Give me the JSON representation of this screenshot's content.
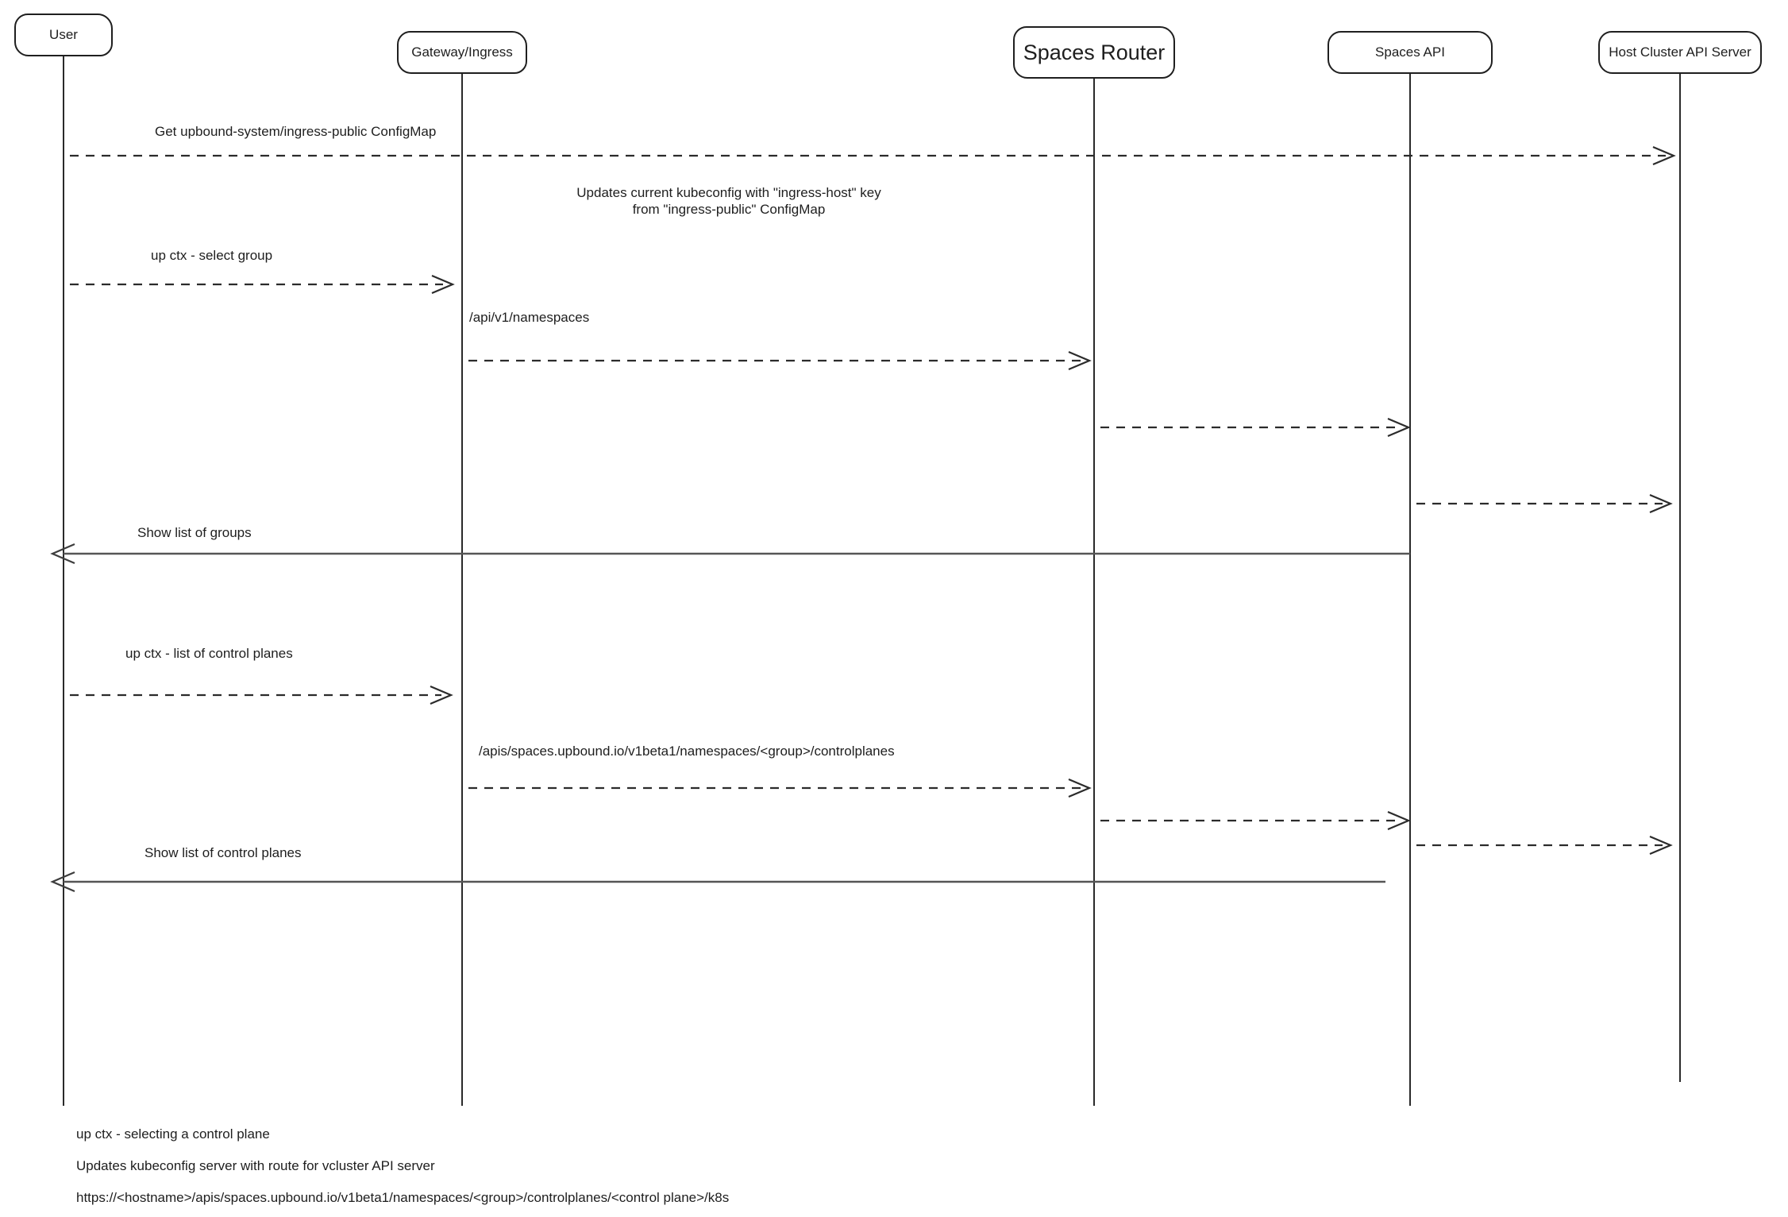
{
  "actors": [
    {
      "name": "User"
    },
    {
      "name": "Gateway/Ingress"
    },
    {
      "name": "Spaces Router"
    },
    {
      "name": "Spaces API"
    },
    {
      "name": "Host Cluster API Server"
    }
  ],
  "messages": [
    {
      "from": "User",
      "to": "Host Cluster API Server",
      "style": "dashed",
      "label": "Get upbound-system/ingress-public ConfigMap"
    },
    {
      "from": "User",
      "to": "Gateway/Ingress",
      "style": "dashed",
      "label": "up ctx - select group"
    },
    {
      "from": "Gateway/Ingress",
      "to": "Spaces Router",
      "style": "dashed",
      "label": "/api/v1/namespaces"
    },
    {
      "from": "Spaces Router",
      "to": "Spaces API",
      "style": "dashed",
      "label": ""
    },
    {
      "from": "Spaces API",
      "to": "Host Cluster API Server",
      "style": "dashed",
      "label": ""
    },
    {
      "from": "Spaces API",
      "to": "User",
      "style": "solid",
      "label": "Show list of groups"
    },
    {
      "from": "User",
      "to": "Gateway/Ingress",
      "style": "dashed",
      "label": "up ctx - list of control planes"
    },
    {
      "from": "Gateway/Ingress",
      "to": "Spaces Router",
      "style": "dashed",
      "label": "/apis/spaces.upbound.io/v1beta1/namespaces/<group>/controlplanes"
    },
    {
      "from": "Spaces Router",
      "to": "Spaces API",
      "style": "dashed",
      "label": ""
    },
    {
      "from": "Spaces API",
      "to": "Host Cluster API Server",
      "style": "dashed",
      "label": ""
    },
    {
      "from": "Spaces API",
      "to": "User",
      "style": "solid",
      "label": "Show list of control planes"
    }
  ],
  "note": {
    "text": "Updates current kubeconfig with \"ingress-host\" key\nfrom \"ingress-public\" ConfigMap"
  },
  "footnotes": [
    "up ctx - selecting a control plane",
    "Updates kubeconfig server with route for vcluster API server",
    "https://<hostname>/apis/spaces.upbound.io/v1beta1/namespaces/<group>/controlplanes/<control plane>/k8s"
  ],
  "colors": {
    "background": "#ffffff",
    "stroke": "#1e1e1e",
    "dashed_arrow": "#2b2b2b",
    "solid_arrow": "#565656"
  }
}
